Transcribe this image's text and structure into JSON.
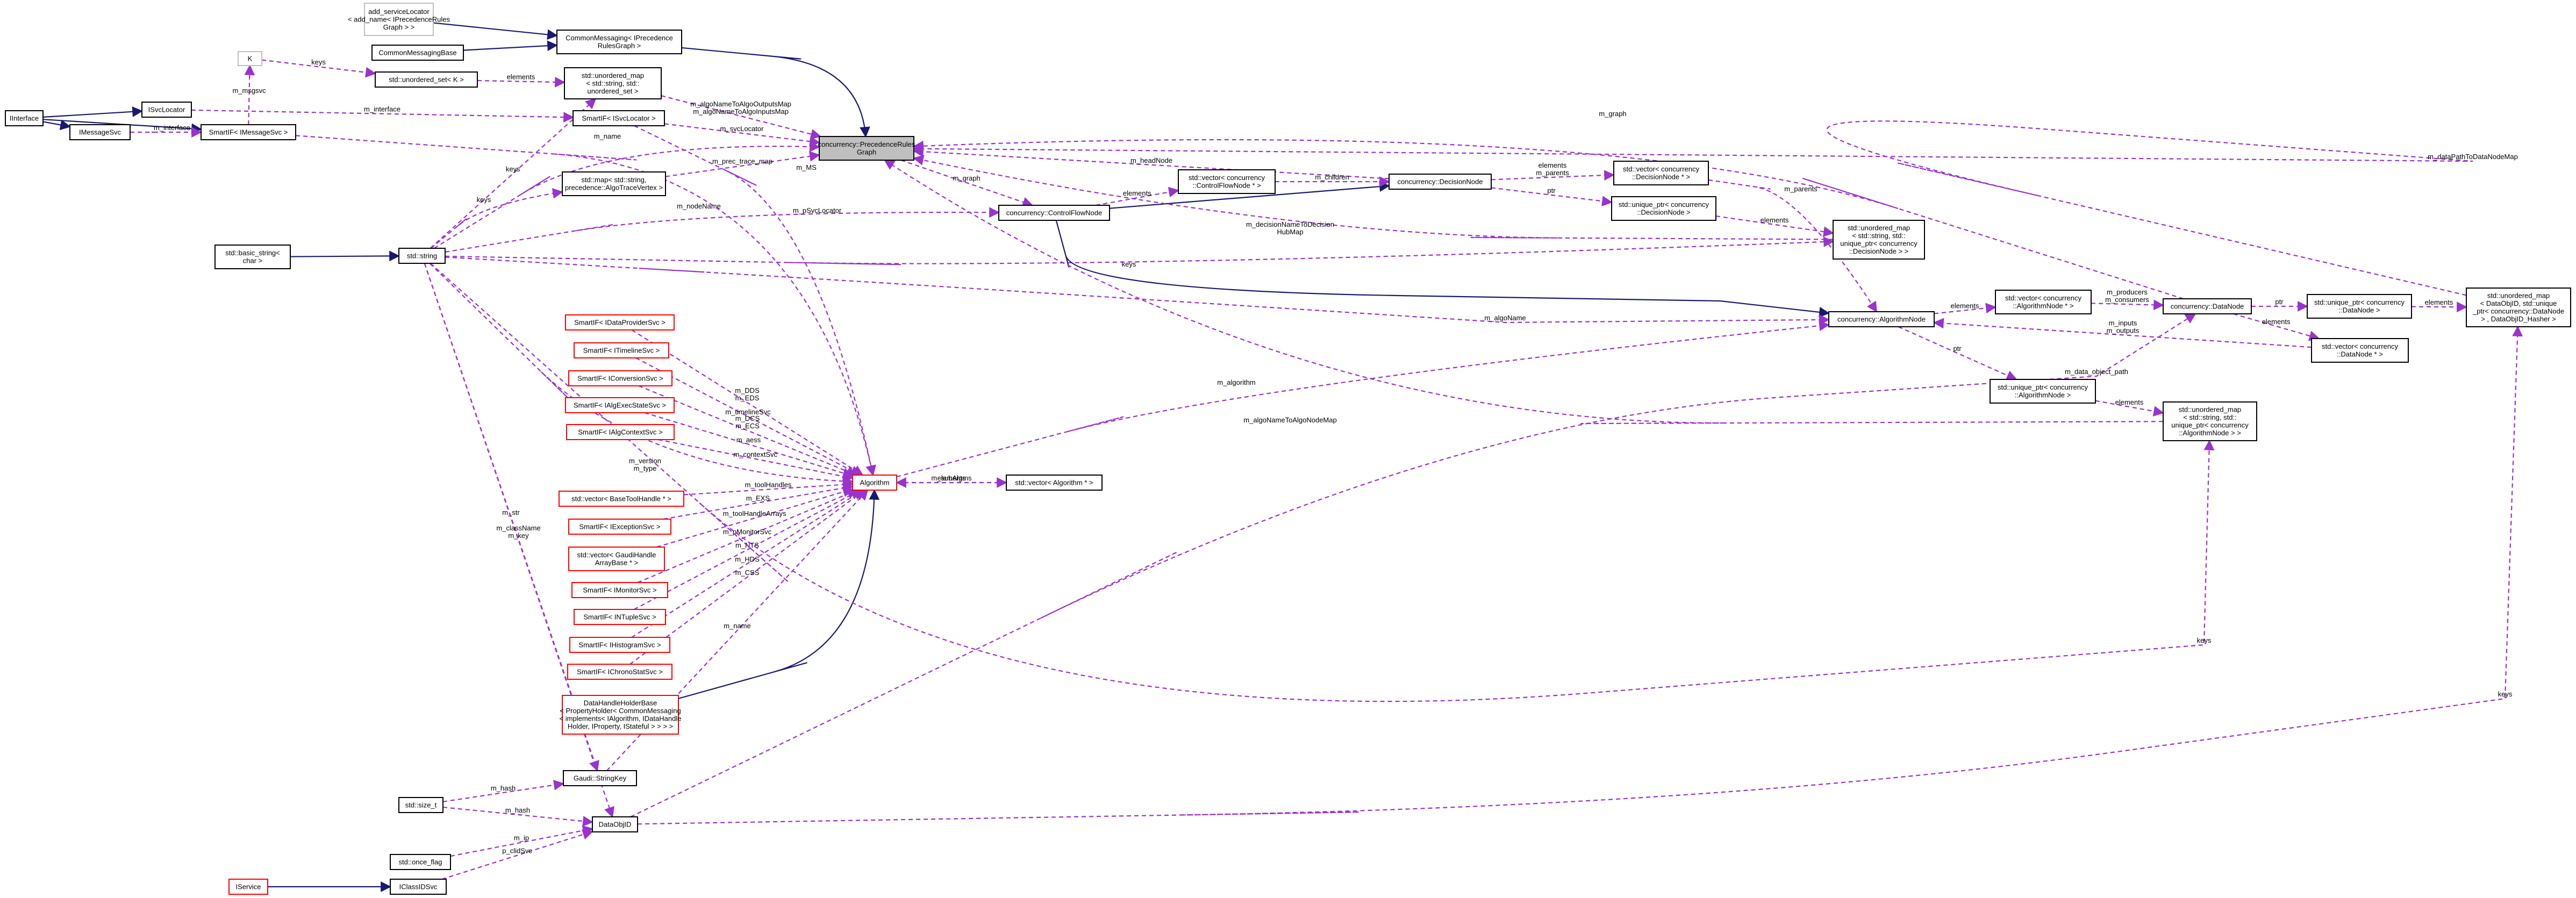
{
  "colors": {
    "member_edge": "#9a32cd",
    "inherit_edge": "#191970",
    "red_border": "#ff0000",
    "focus_fill": "#bfbfbf",
    "grey_border": "#bfbfbf"
  },
  "nodes": [
    {
      "id": "addServiceLocator",
      "lines": [
        "add_serviceLocator",
        "< add_name< IPrecedenceRules",
        "Graph > >"
      ],
      "style": "grey"
    },
    {
      "id": "K",
      "lines": [
        "K"
      ],
      "style": "grey"
    },
    {
      "id": "CommonMessagingIPrec",
      "lines": [
        "CommonMessaging< IPrecedence",
        "RulesGraph >"
      ],
      "style": "normal"
    },
    {
      "id": "CommonMessagingBase",
      "lines": [
        "CommonMessagingBase"
      ],
      "style": "normal"
    },
    {
      "id": "unorderedSet",
      "lines": [
        "std::unordered_set< K >"
      ],
      "style": "normal"
    },
    {
      "id": "unorderedMapStd",
      "lines": [
        "std::unordered_map",
        "< std::string, std::",
        "unordered_set >"
      ],
      "style": "normal"
    },
    {
      "id": "Interface",
      "lines": [
        "IInterface"
      ],
      "style": "normal"
    },
    {
      "id": "ISvcLocator",
      "lines": [
        "ISvcLocator"
      ],
      "style": "normal"
    },
    {
      "id": "IMessageSvc",
      "lines": [
        "IMessageSvc"
      ],
      "style": "normal"
    },
    {
      "id": "SmartIFMessageSvc",
      "lines": [
        "SmartIF< IMessageSvc >"
      ],
      "style": "normal"
    },
    {
      "id": "SmartIFSvcLocator",
      "lines": [
        "SmartIF< ISvcLocator >"
      ],
      "style": "normal"
    },
    {
      "id": "PrecedenceRulesGraph",
      "lines": [
        "concurrency::PrecedenceRules",
        "Graph"
      ],
      "style": "focus"
    },
    {
      "id": "stdMapAlgoTrace",
      "lines": [
        "std::map< std::string,",
        "precedence::AlgoTraceVertex >"
      ],
      "style": "normal"
    },
    {
      "id": "basicString",
      "lines": [
        "std::basic_string<",
        "char >"
      ],
      "style": "normal"
    },
    {
      "id": "stdString",
      "lines": [
        "std::string"
      ],
      "style": "normal"
    },
    {
      "id": "vecControlFlow",
      "lines": [
        "std::vector< concurrency",
        "::ControlFlowNode * >"
      ],
      "style": "normal"
    },
    {
      "id": "DecisionNode",
      "lines": [
        "concurrency::DecisionNode"
      ],
      "style": "normal"
    },
    {
      "id": "vecDecisionNode",
      "lines": [
        "std::vector< concurrency",
        "::DecisionNode * >"
      ],
      "style": "normal"
    },
    {
      "id": "uniqueDecision",
      "lines": [
        "std::unique_ptr< concurrency",
        "::DecisionNode >"
      ],
      "style": "normal"
    },
    {
      "id": "ControlFlowNode",
      "lines": [
        "concurrency::ControlFlowNode"
      ],
      "style": "normal"
    },
    {
      "id": "mapDecisionUnique",
      "lines": [
        "std::unordered_map",
        "< std::string, std::",
        "unique_ptr< concurrency",
        "::DecisionNode > >"
      ],
      "style": "normal"
    },
    {
      "id": "SmartIFDataProvider",
      "lines": [
        "SmartIF< IDataProviderSvc >"
      ],
      "style": "red"
    },
    {
      "id": "SmartIFTimeline",
      "lines": [
        "SmartIF< ITimelineSvc >"
      ],
      "style": "red"
    },
    {
      "id": "SmartIFConversion",
      "lines": [
        "SmartIF< IConversionSvc >"
      ],
      "style": "red"
    },
    {
      "id": "SmartIFAlgExec",
      "lines": [
        "SmartIF< IAlgExecStateSvc >"
      ],
      "style": "red"
    },
    {
      "id": "SmartIFAlgContext",
      "lines": [
        "SmartIF< IAlgContextSvc >"
      ],
      "style": "red"
    },
    {
      "id": "vecBaseToolHandle",
      "lines": [
        "std::vector< BaseToolHandle * >"
      ],
      "style": "red"
    },
    {
      "id": "SmartIFException",
      "lines": [
        "SmartIF< IExceptionSvc >"
      ],
      "style": "red"
    },
    {
      "id": "vecGaudiHandleArray",
      "lines": [
        "std::vector< GaudiHandle",
        "ArrayBase * >"
      ],
      "style": "red"
    },
    {
      "id": "SmartIFMonitor",
      "lines": [
        "SmartIF< IMonitorSvc >"
      ],
      "style": "red"
    },
    {
      "id": "SmartIFNTuple",
      "lines": [
        "SmartIF< INTupleSvc >"
      ],
      "style": "red"
    },
    {
      "id": "SmartIFHistogram",
      "lines": [
        "SmartIF< IHistogramSvc >"
      ],
      "style": "red"
    },
    {
      "id": "SmartIFChrono",
      "lines": [
        "SmartIF< IChronoStatSvc >"
      ],
      "style": "red"
    },
    {
      "id": "DataHandleHolderBase",
      "lines": [
        "DataHandleHolderBase",
        "< PropertyHolder< CommonMessaging",
        "< implements< IAlgorithm, IDataHandle",
        "Holder, IProperty, IStateful > > > >"
      ],
      "style": "red"
    },
    {
      "id": "Algorithm",
      "lines": [
        "Algorithm"
      ],
      "style": "red"
    },
    {
      "id": "vecAlgorithm",
      "lines": [
        "std::vector< Algorithm * >"
      ],
      "style": "normal"
    },
    {
      "id": "AlgorithmNode",
      "lines": [
        "concurrency::AlgorithmNode"
      ],
      "style": "normal"
    },
    {
      "id": "vecAlgorithmNode",
      "lines": [
        "std::vector< concurrency",
        "::AlgorithmNode * >"
      ],
      "style": "normal"
    },
    {
      "id": "uniqueAlgorithmNode",
      "lines": [
        "std::unique_ptr< concurrency",
        "::AlgorithmNode >"
      ],
      "style": "normal"
    },
    {
      "id": "DataNode",
      "lines": [
        "concurrency::DataNode"
      ],
      "style": "normal"
    },
    {
      "id": "uniqueDataNode",
      "lines": [
        "std::unique_ptr< concurrency",
        "::DataNode >"
      ],
      "style": "normal"
    },
    {
      "id": "vecDataNode",
      "lines": [
        "std::vector< concurrency",
        "::DataNode * >"
      ],
      "style": "normal"
    },
    {
      "id": "mapDataObjID",
      "lines": [
        "std::unordered_map",
        "< DataObjID, std::unique",
        "_ptr< concurrency::DataNode",
        "> , DataObjID_Hasher >"
      ],
      "style": "normal"
    },
    {
      "id": "mapAlgoUnique",
      "lines": [
        "std::unordered_map",
        "< std::string, std::",
        "unique_ptr< concurrency",
        "::AlgorithmNode > >"
      ],
      "style": "normal"
    },
    {
      "id": "GaudiStringKey",
      "lines": [
        "Gaudi::StringKey"
      ],
      "style": "normal"
    },
    {
      "id": "stdSizeT",
      "lines": [
        "std::size_t"
      ],
      "style": "normal"
    },
    {
      "id": "DataObjID",
      "lines": [
        "DataObjID"
      ],
      "style": "normal"
    },
    {
      "id": "stdOnceFlag",
      "lines": [
        "std::once_flag"
      ],
      "style": "normal"
    },
    {
      "id": "IService",
      "lines": [
        "IService"
      ],
      "style": "red"
    },
    {
      "id": "IClassIDSvc",
      "lines": [
        "IClassIDSvc"
      ],
      "style": "normal"
    }
  ],
  "edges": [
    {
      "from": "Interface",
      "to": "ISvcLocator",
      "kind": "inherit",
      "label": []
    },
    {
      "from": "Interface",
      "to": "SmartIFMessageSvc",
      "kind": "inherit",
      "label": []
    },
    {
      "from": "Interface",
      "to": "IMessageSvc",
      "kind": "inherit",
      "label": []
    },
    {
      "from": "K",
      "to": "unorderedSet",
      "kind": "member",
      "label": [
        "keys"
      ]
    },
    {
      "from": "SmartIFMessageSvc",
      "to": "K",
      "kind": "member",
      "label": [
        "m_msgsvc"
      ]
    },
    {
      "from": "IMessageSvc",
      "to": "SmartIFMessageSvc",
      "kind": "member",
      "label": [
        "m_interface"
      ]
    },
    {
      "from": "ISvcLocator",
      "to": "SmartIFSvcLocator",
      "kind": "member",
      "label": [
        "m_interface"
      ]
    },
    {
      "from": "unorderedSet",
      "to": "unorderedMapStd",
      "kind": "member",
      "label": [
        "elements"
      ]
    },
    {
      "from": "CommonMessagingBase",
      "to": "CommonMessagingIPrec",
      "kind": "inherit",
      "label": []
    },
    {
      "from": "CommonMessagingIPrec",
      "to": "PrecedenceRulesGraph",
      "kind": "inherit",
      "label": []
    },
    {
      "from": "addServiceLocator",
      "to": "CommonMessagingIPrec",
      "kind": "ptr",
      "label": []
    },
    {
      "from": "unorderedMapStd",
      "to": "PrecedenceRulesGraph",
      "kind": "member",
      "label": [
        "m_algoNameToAlgoOutputsMap",
        "m_algoNameToAlgoInputsMap"
      ]
    },
    {
      "from": "SmartIFSvcLocator",
      "to": "PrecedenceRulesGraph",
      "kind": "member",
      "label": [
        "m_svcLocator"
      ]
    },
    {
      "from": "stdString",
      "to": "PrecedenceRulesGraph",
      "kind": "member",
      "label": [
        "m_name"
      ]
    },
    {
      "from": "stdMapAlgoTrace",
      "to": "PrecedenceRulesGraph",
      "kind": "member",
      "label": [
        "m_prec_trace_map"
      ]
    },
    {
      "from": "basicString",
      "to": "stdString",
      "kind": "inherit",
      "label": []
    },
    {
      "from": "stdString",
      "to": "unorderedMapStd",
      "kind": "member",
      "label": [
        "keys"
      ]
    },
    {
      "from": "DecisionNode",
      "to": "PrecedenceRulesGraph",
      "kind": "member",
      "label": [
        "m_headNode"
      ]
    },
    {
      "from": "ControlFlowNode",
      "to": "DecisionNode",
      "kind": "inherit",
      "label": []
    },
    {
      "from": "ControlFlowNode",
      "to": "vecControlFlow",
      "kind": "member",
      "label": [
        "elements"
      ]
    },
    {
      "from": "vecControlFlow",
      "to": "DecisionNode",
      "kind": "member",
      "label": [
        "m_children"
      ]
    },
    {
      "from": "DecisionNode",
      "to": "vecDecisionNode",
      "kind": "member",
      "label": [
        "elements",
        "m_parents"
      ]
    },
    {
      "from": "DecisionNode",
      "to": "uniqueDecision",
      "kind": "member",
      "label": [
        "ptr"
      ]
    },
    {
      "from": "uniqueDecision",
      "to": "mapDecisionUnique",
      "kind": "member",
      "label": [
        "elements"
      ]
    },
    {
      "from": "mapDecisionUnique",
      "to": "PrecedenceRulesGraph",
      "kind": "member",
      "label": [
        "m_decisionNameToDecision",
        "HubMap"
      ]
    },
    {
      "from": "PrecedenceRulesGraph",
      "to": "ControlFlowNode",
      "kind": "member",
      "label": [
        "m_graph"
      ]
    },
    {
      "from": "stdString",
      "to": "ControlFlowNode",
      "kind": "member",
      "label": [
        "m_nodeName"
      ]
    },
    {
      "from": "stdString",
      "to": "mapDecisionUnique",
      "kind": "member",
      "label": [
        "keys"
      ]
    },
    {
      "from": "ControlFlowNode",
      "to": "AlgorithmNode",
      "kind": "inherit",
      "label": []
    },
    {
      "from": "vecDecisionNode",
      "to": "AlgorithmNode",
      "kind": "member",
      "label": [
        "m_parents"
      ]
    },
    {
      "from": "AlgorithmNode",
      "to": "vecAlgorithmNode",
      "kind": "member",
      "label": [
        "elements"
      ]
    },
    {
      "from": "vecAlgorithmNode",
      "to": "DataNode",
      "kind": "member",
      "label": [
        "m_producers",
        "m_consumers"
      ]
    },
    {
      "from": "DataNode",
      "to": "uniqueDataNode",
      "kind": "member",
      "label": [
        "ptr"
      ]
    },
    {
      "from": "DataNode",
      "to": "vecDataNode",
      "kind": "member",
      "label": [
        "elements"
      ]
    },
    {
      "from": "uniqueDataNode",
      "to": "mapDataObjID",
      "kind": "member",
      "label": [
        "elements"
      ]
    },
    {
      "from": "vecDataNode",
      "to": "AlgorithmNode",
      "kind": "member",
      "label": [
        "m_inputs",
        "m_outputs"
      ]
    },
    {
      "from": "AlgorithmNode",
      "to": "uniqueAlgorithmNode",
      "kind": "member",
      "label": [
        "ptr"
      ]
    },
    {
      "from": "uniqueAlgorithmNode",
      "to": "mapAlgoUnique",
      "kind": "member",
      "label": [
        "elements"
      ]
    },
    {
      "from": "mapAlgoUnique",
      "to": "PrecedenceRulesGraph",
      "kind": "member",
      "label": [
        "m_algoNameToAlgoNodeMap"
      ]
    },
    {
      "from": "mapDataObjID",
      "to": "PrecedenceRulesGraph",
      "kind": "member",
      "label": [
        "m_dataPathToDataNodeMap"
      ]
    },
    {
      "from": "DataNode",
      "to": "PrecedenceRulesGraph",
      "kind": "member",
      "label": [
        "m_graph"
      ]
    },
    {
      "from": "stdString",
      "to": "AlgorithmNode",
      "kind": "member",
      "label": [
        "m_algoName"
      ]
    },
    {
      "from": "Algorithm",
      "to": "AlgorithmNode",
      "kind": "member",
      "label": [
        "m_algorithm"
      ]
    },
    {
      "from": "DataObjID",
      "to": "DataNode",
      "kind": "member",
      "label": [
        "m_data_object_path"
      ]
    },
    {
      "from": "SmartIFDataProvider",
      "to": "Algorithm",
      "kind": "member",
      "label": [
        "m_DDS",
        "m_EDS"
      ]
    },
    {
      "from": "SmartIFTimeline",
      "to": "Algorithm",
      "kind": "member",
      "label": [
        "m_timelineSvc"
      ]
    },
    {
      "from": "SmartIFConversion",
      "to": "Algorithm",
      "kind": "member",
      "label": [
        "m_DCS",
        "m_ECS"
      ]
    },
    {
      "from": "SmartIFAlgExec",
      "to": "Algorithm",
      "kind": "member",
      "label": [
        "m_aess"
      ]
    },
    {
      "from": "SmartIFAlgContext",
      "to": "Algorithm",
      "kind": "member",
      "label": [
        "m_contextSvc"
      ]
    },
    {
      "from": "vecBaseToolHandle",
      "to": "Algorithm",
      "kind": "member",
      "label": [
        "m_toolHandles"
      ]
    },
    {
      "from": "SmartIFException",
      "to": "Algorithm",
      "kind": "member",
      "label": [
        "m_EXS"
      ]
    },
    {
      "from": "vecGaudiHandleArray",
      "to": "Algorithm",
      "kind": "member",
      "label": [
        "m_toolHandleArrays"
      ]
    },
    {
      "from": "SmartIFMonitor",
      "to": "Algorithm",
      "kind": "member",
      "label": [
        "m_pMonitorSvc"
      ]
    },
    {
      "from": "SmartIFNTuple",
      "to": "Algorithm",
      "kind": "member",
      "label": [
        "m_NTS"
      ]
    },
    {
      "from": "SmartIFHistogram",
      "to": "Algorithm",
      "kind": "member",
      "label": [
        "m_HDS"
      ]
    },
    {
      "from": "SmartIFChrono",
      "to": "Algorithm",
      "kind": "member",
      "label": [
        "m_CSS"
      ]
    },
    {
      "from": "DataHandleHolderBase",
      "to": "Algorithm",
      "kind": "inherit",
      "label": []
    },
    {
      "from": "GaudiStringKey",
      "to": "Algorithm",
      "kind": "member",
      "label": [
        "m_name"
      ]
    },
    {
      "from": "stdString",
      "to": "Algorithm",
      "kind": "member",
      "label": [
        "m_version",
        "m_type"
      ]
    },
    {
      "from": "Algorithm",
      "to": "vecAlgorithm",
      "kind": "member",
      "label": [
        "elements"
      ]
    },
    {
      "from": "vecAlgorithm",
      "to": "Algorithm",
      "kind": "member",
      "label": [
        "m_subAlgms"
      ]
    },
    {
      "from": "SmartIFMessageSvc",
      "to": "Algorithm",
      "kind": "member",
      "label": [
        "m_MS"
      ]
    },
    {
      "from": "SmartIFSvcLocator",
      "to": "Algorithm",
      "kind": "member",
      "label": [
        "m_pSvcLocator"
      ]
    },
    {
      "from": "stdString",
      "to": "GaudiStringKey",
      "kind": "member",
      "label": [
        "m_str"
      ]
    },
    {
      "from": "stdSizeT",
      "to": "GaudiStringKey",
      "kind": "member",
      "label": [
        "m_hash"
      ]
    },
    {
      "from": "stdString",
      "to": "DataObjID",
      "kind": "member",
      "label": [
        "m_className",
        "m_key"
      ]
    },
    {
      "from": "stdSizeT",
      "to": "DataObjID",
      "kind": "member",
      "label": [
        "m_hash"
      ]
    },
    {
      "from": "stdOnceFlag",
      "to": "DataObjID",
      "kind": "member",
      "label": [
        "m_ip"
      ]
    },
    {
      "from": "IClassIDSvc",
      "to": "DataObjID",
      "kind": "member",
      "label": [
        "p_clidSvc"
      ]
    },
    {
      "from": "IService",
      "to": "IClassIDSvc",
      "kind": "inherit",
      "label": []
    },
    {
      "from": "DataObjID",
      "to": "mapDataObjID",
      "kind": "member",
      "label": [
        "keys"
      ]
    },
    {
      "from": "stdString",
      "to": "mapAlgoUnique",
      "kind": "member",
      "label": [
        "keys"
      ]
    },
    {
      "from": "stdString",
      "to": "stdMapAlgoTrace",
      "kind": "member",
      "label": [
        "keys"
      ]
    }
  ]
}
